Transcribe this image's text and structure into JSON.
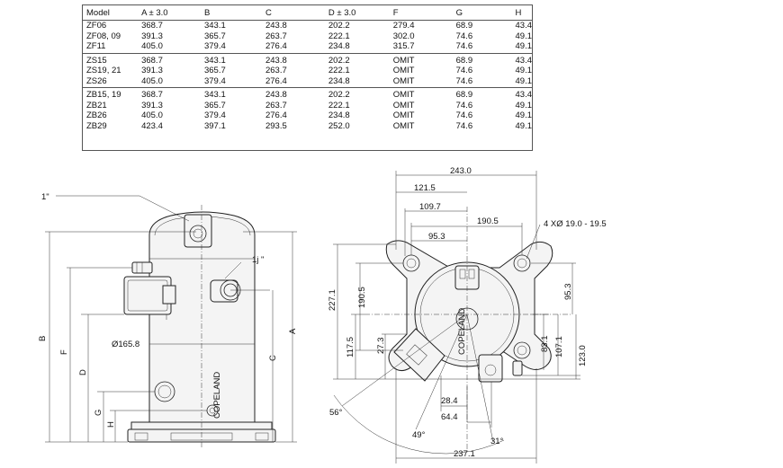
{
  "table": {
    "headers": [
      "Model",
      "A ± 3.0",
      "B",
      "C",
      "D ± 3.0",
      "F",
      "G",
      "H"
    ],
    "groups": [
      [
        [
          "ZF06",
          "368.7",
          "343.1",
          "243.8",
          "202.2",
          "279.4",
          "68.9",
          "43.4"
        ],
        [
          "ZF08, 09",
          "391.3",
          "365.7",
          "263.7",
          "222.1",
          "302.0",
          "74.6",
          "49.1"
        ],
        [
          "ZF11",
          "405.0",
          "379.4",
          "276.4",
          "234.8",
          "315.7",
          "74.6",
          "49.1"
        ]
      ],
      [
        [
          "ZS15",
          "368.7",
          "343.1",
          "243.8",
          "202.2",
          "OMIT",
          "68.9",
          "43.4"
        ],
        [
          "ZS19, 21",
          "391.3",
          "365.7",
          "263.7",
          "222.1",
          "OMIT",
          "74.6",
          "49.1"
        ],
        [
          "ZS26",
          "405.0",
          "379.4",
          "276.4",
          "234.8",
          "OMIT",
          "74.6",
          "49.1"
        ]
      ],
      [
        [
          "ZB15, 19",
          "368.7",
          "343.1",
          "243.8",
          "202.2",
          "OMIT",
          "68.9",
          "43.4"
        ],
        [
          "ZB21",
          "391.3",
          "365.7",
          "263.7",
          "222.1",
          "OMIT",
          "74.6",
          "49.1"
        ],
        [
          "ZB26",
          "405.0",
          "379.4",
          "276.4",
          "234.8",
          "OMIT",
          "74.6",
          "49.1"
        ],
        [
          "ZB29",
          "423.4",
          "397.1",
          "293.5",
          "252.0",
          "OMIT",
          "74.6",
          "49.1"
        ]
      ]
    ]
  },
  "side_view": {
    "fitting_1": "1\"",
    "fitting_2": "1j \"",
    "diameter": "Ø165.8",
    "dims": {
      "A": "A",
      "B": "B",
      "C": "C",
      "D": "D",
      "F": "F",
      "G": "G",
      "H": "H"
    },
    "logo": "COPELAND"
  },
  "top_view": {
    "d_243": "243.0",
    "d_121": "121.5",
    "d_109": "109.7",
    "d_190h": "190.5",
    "d_95h": "95.3",
    "holes": "4 XØ 19.0 - 19.5",
    "d_227": "227.1",
    "d_190v": "190.5",
    "d_117": "117.5",
    "d_27": "27.3",
    "d_95v": "95.3",
    "d_83": "83.1",
    "d_107": "107.1",
    "d_123": "123.0",
    "d_28": "28.4",
    "d_64": "64.4",
    "d_237": "237.1",
    "a_56": "56°",
    "a_49": "49°",
    "a_31": "31°"
  }
}
